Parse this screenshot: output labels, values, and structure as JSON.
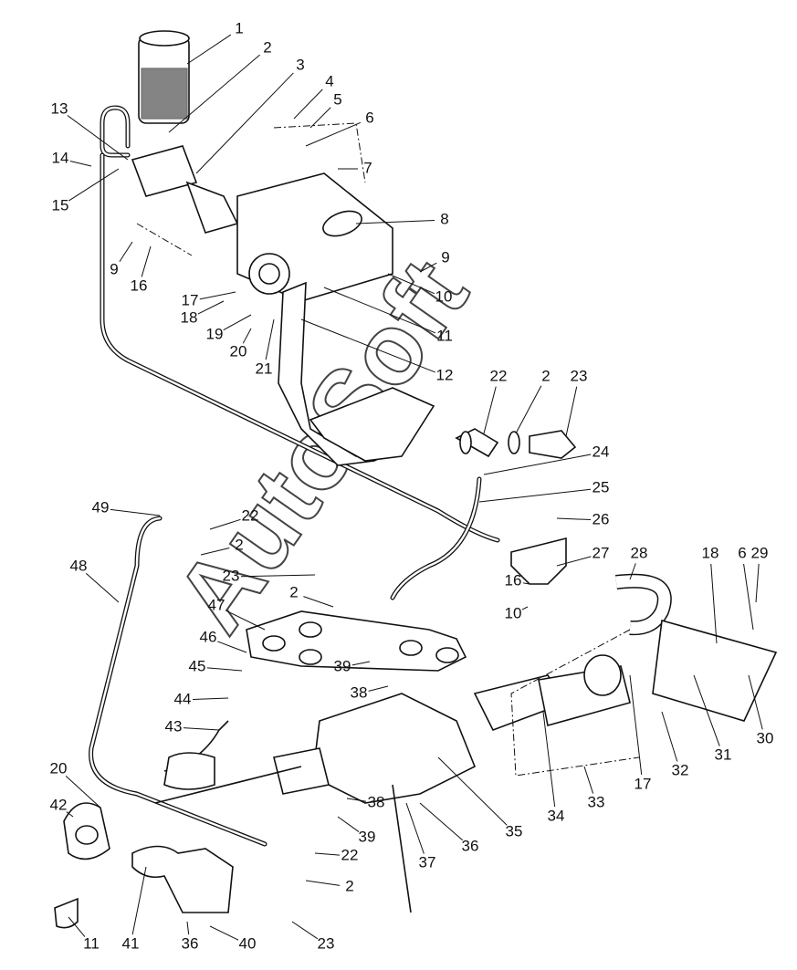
{
  "diagram": {
    "watermark": "AutoSoft",
    "callouts": [
      "1",
      "2",
      "3",
      "4",
      "5",
      "6",
      "7",
      "8",
      "9",
      "10",
      "11",
      "12",
      "13",
      "14",
      "15",
      "9",
      "16",
      "17",
      "18",
      "19",
      "20",
      "21",
      "22",
      "2",
      "23",
      "24",
      "25",
      "26",
      "27",
      "28",
      "16",
      "10",
      "18",
      "6",
      "29",
      "30",
      "31",
      "32",
      "17",
      "33",
      "34",
      "35",
      "36",
      "37",
      "38",
      "39",
      "22",
      "2",
      "23",
      "40",
      "36",
      "41",
      "11",
      "42",
      "20",
      "43",
      "44",
      "45",
      "46",
      "47",
      "2",
      "23",
      "2",
      "22",
      "49",
      "48",
      "39",
      "38"
    ]
  }
}
